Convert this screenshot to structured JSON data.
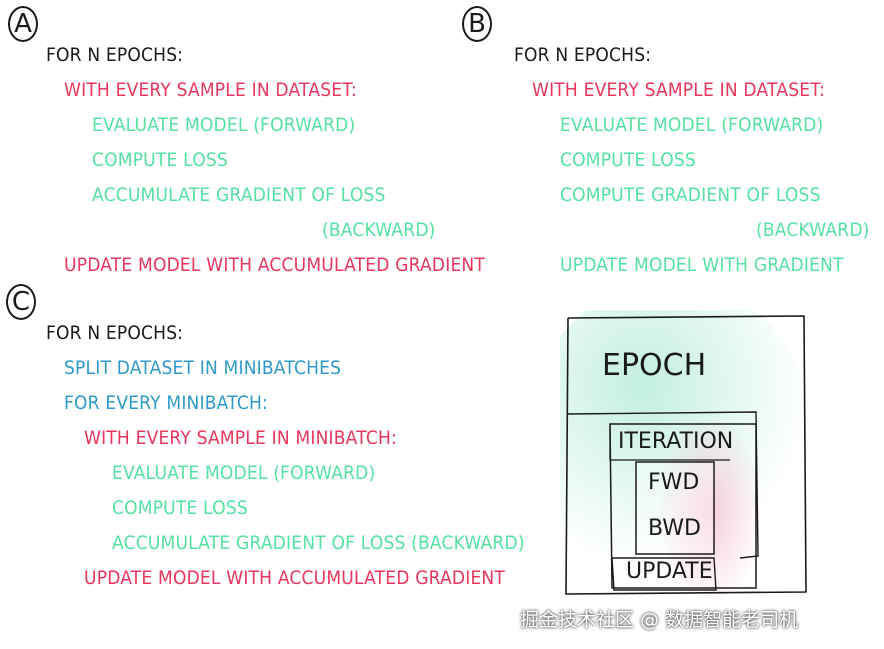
{
  "panels": {
    "a": {
      "label": "A",
      "lines": [
        "FOR N EPOCHS:",
        "WITH EVERY SAMPLE IN DATASET:",
        "EVALUATE MODEL (FORWARD)",
        "COMPUTE LOSS",
        "ACCUMULATE GRADIENT OF LOSS",
        "(BACKWARD)",
        "UPDATE MODEL WITH ACCUMULATED GRADIENT"
      ]
    },
    "b": {
      "label": "B",
      "lines": [
        "FOR N EPOCHS:",
        "WITH EVERY SAMPLE IN DATASET:",
        "EVALUATE MODEL (FORWARD)",
        "COMPUTE LOSS",
        "COMPUTE GRADIENT OF LOSS",
        "(BACKWARD)",
        "UPDATE MODEL WITH GRADIENT"
      ]
    },
    "c": {
      "label": "C",
      "lines": [
        "FOR N EPOCHS:",
        "SPLIT DATASET IN MINIBATCHES",
        "FOR EVERY MINIBATCH:",
        "WITH EVERY SAMPLE IN MINIBATCH:",
        "EVALUATE MODEL (FORWARD)",
        "COMPUTE LOSS",
        "ACCUMULATE GRADIENT OF LOSS (BACKWARD)",
        "UPDATE MODEL WITH ACCUMULATED GRADIENT"
      ]
    }
  },
  "diagram": {
    "epoch": "EPOCH",
    "iteration": "ITERATION",
    "fwd": "FWD",
    "bwd": "BWD",
    "update": "UPDATE"
  },
  "watermark": "掘金技术社区 @ 数据智能老司机",
  "colors": {
    "black": "#1a1a1a",
    "red": "#e8365d",
    "green": "#56e0a2",
    "blue": "#2f9ac9",
    "teal_glow": "#bfeee0",
    "pink_glow": "#f7c9d6"
  }
}
